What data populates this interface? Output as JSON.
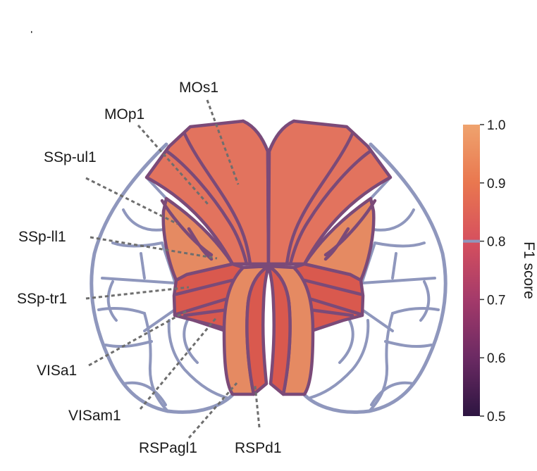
{
  "figure": {
    "regions": [
      {
        "key": "MOs1",
        "label": "MOs1"
      },
      {
        "key": "MOp1",
        "label": "MOp1"
      },
      {
        "key": "SSp-ul1",
        "label": "SSp-ul1"
      },
      {
        "key": "SSp-ll1",
        "label": "SSp-ll1"
      },
      {
        "key": "SSp-tr1",
        "label": "SSp-tr1"
      },
      {
        "key": "VISa1",
        "label": "VISa1"
      },
      {
        "key": "VISam1",
        "label": "VISam1"
      },
      {
        "key": "RSPagl1",
        "label": "RSPagl1"
      },
      {
        "key": "RSPd1",
        "label": "RSPd1"
      }
    ],
    "colorbar": {
      "title": "F1 score",
      "ticks": [
        "1.0",
        "0.9",
        "0.8",
        "0.7",
        "0.6",
        "0.5"
      ],
      "min": 0.5,
      "max": 1.0,
      "marker_value": 0.8,
      "colors": [
        "#2d1541",
        "#6b2a63",
        "#a43a6a",
        "#d6505e",
        "#e9774f",
        "#efa36e"
      ]
    },
    "colors": {
      "region_fill": "#e2735e",
      "region_fill_light": "#e58a62",
      "region_fill_dark": "#d9594e",
      "region_border": "#7b4a78",
      "outline": "#8f97bd",
      "leader": "#6e6e6e"
    }
  }
}
